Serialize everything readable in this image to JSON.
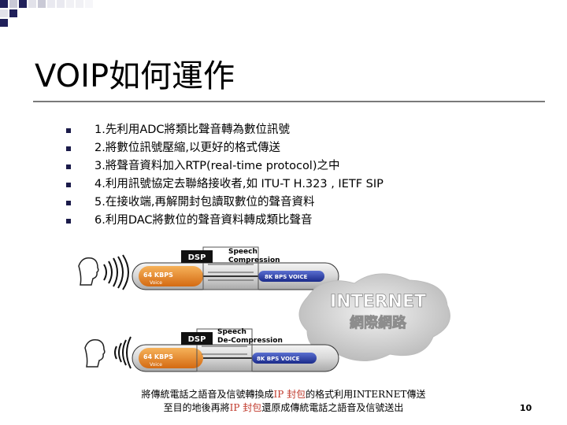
{
  "title": "VOIP如何運作",
  "bullets": [
    "1.先利用ADC將類比聲音轉為數位訊號",
    "2.將數位訊號壓縮,以更好的格式傳送",
    "3.將聲音資料加入RTP(real-time  protocol)之中",
    "4.利用訊號協定去聯絡接收者,如 ITU-T H.323 , IETF SIP",
    "5.在接收端,再解開封包讀取數位的聲音資料",
    "6.利用DAC將數位的聲音資料轉成類比聲音"
  ],
  "diagram": {
    "dsp_top": "DSP",
    "dsp_bottom": "DSP",
    "speech_compression_line1": "Speech",
    "speech_compression_line2": "Compression",
    "speech_decompression_line1": "Speech",
    "speech_decompression_line2": "De-Compression",
    "kbps_top": "64 KBPS",
    "voice_top": "Voice",
    "kbps_bottom": "64 KBPS",
    "voice_bottom": "Voice",
    "voice_8k_top": "8K BPS VOICE",
    "voice_8k_bottom": "8K BPS VOICE",
    "internet": "INTERNET",
    "internet_cn": "網際網路"
  },
  "caption": {
    "line1_a": "將傳統電話之語音及信號轉換成",
    "line1_red": "IP 封包",
    "line1_b": "的格式利用INTERNET傳送",
    "line2_a": "至目的地後再將",
    "line2_red": "IP 封包",
    "line2_b": "還原成傳統電話之語音及信號送出"
  },
  "page_number": "10"
}
